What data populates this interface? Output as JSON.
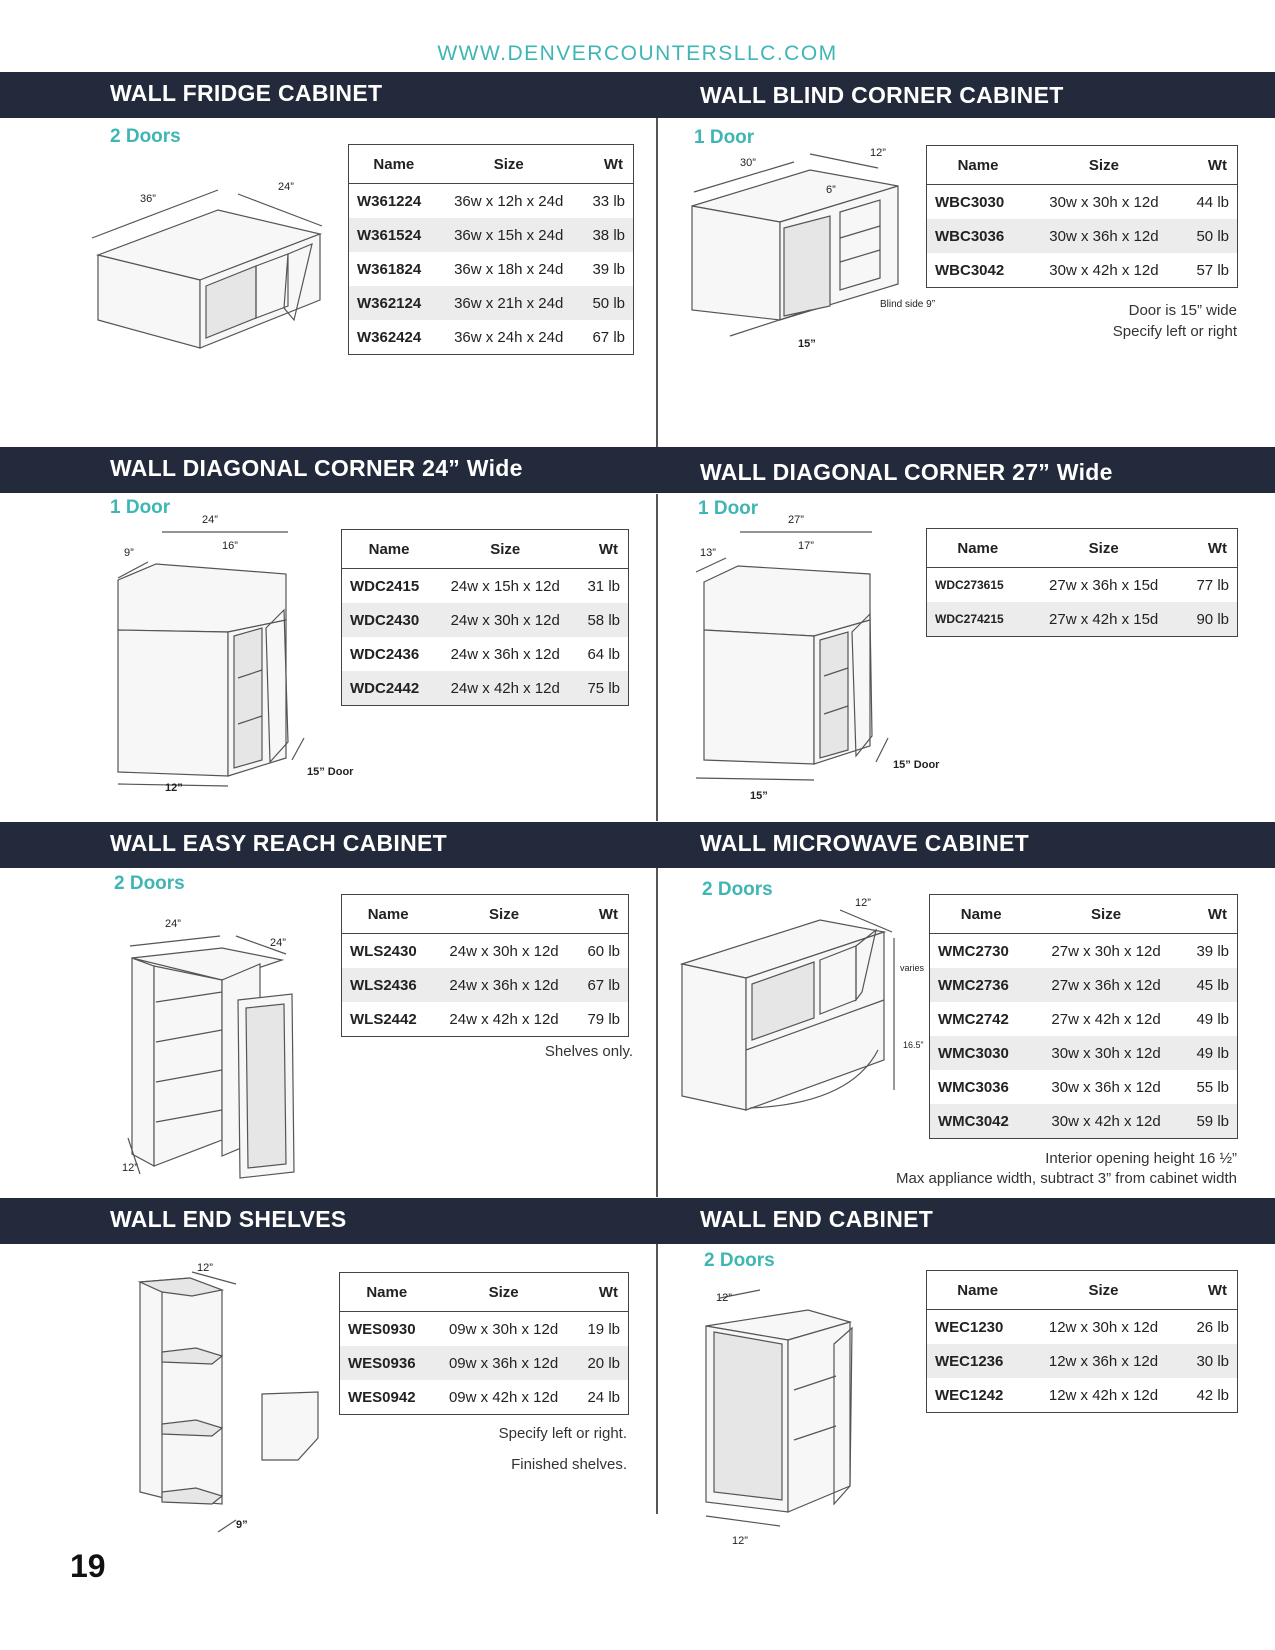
{
  "site_url": "WWW.DENVERCOUNTERSLLC.COM",
  "page_number": "19",
  "table_headers": {
    "name": "Name",
    "size": "Size",
    "wt": "Wt"
  },
  "sections": {
    "fridge": {
      "title": "WALL FRIDGE CABINET",
      "doors": "2 Doors",
      "dims": [
        "36”",
        "24”"
      ],
      "rows": [
        {
          "name": "W361224",
          "size": "36w x 12h x 24d",
          "wt": "33 lb"
        },
        {
          "name": "W361524",
          "size": "36w x 15h x 24d",
          "wt": "38 lb"
        },
        {
          "name": "W361824",
          "size": "36w x 18h x 24d",
          "wt": "39 lb"
        },
        {
          "name": "W362124",
          "size": "36w x 21h x 24d",
          "wt": "50 lb"
        },
        {
          "name": "W362424",
          "size": "36w x 24h x 24d",
          "wt": "67 lb"
        }
      ]
    },
    "blind": {
      "title": "WALL BLIND CORNER CABINET",
      "doors": "1 Door",
      "dims": [
        "30”",
        "12”",
        "6”",
        "Blind side 9”",
        "15”"
      ],
      "rows": [
        {
          "name": "WBC3030",
          "size": "30w x 30h x 12d",
          "wt": "44 lb"
        },
        {
          "name": "WBC3036",
          "size": "30w x 36h x 12d",
          "wt": "50 lb"
        },
        {
          "name": "WBC3042",
          "size": "30w x 42h x 12d",
          "wt": "57 lb"
        }
      ],
      "notes": [
        "Door is 15” wide",
        "Specify left or right"
      ]
    },
    "diag24": {
      "title": "WALL DIAGONAL CORNER 24” Wide",
      "doors": "1 Door",
      "dims": [
        "24”",
        "9”",
        "16”",
        "12”",
        "15” Door"
      ],
      "rows": [
        {
          "name": "WDC2415",
          "size": "24w x 15h x 12d",
          "wt": "31 lb"
        },
        {
          "name": "WDC2430",
          "size": "24w x 30h x 12d",
          "wt": "58 lb"
        },
        {
          "name": "WDC2436",
          "size": "24w x 36h x 12d",
          "wt": "64 lb"
        },
        {
          "name": "WDC2442",
          "size": "24w x 42h x 12d",
          "wt": "75 lb"
        }
      ]
    },
    "diag27": {
      "title": "WALL DIAGONAL CORNER 27” Wide",
      "doors": "1 Door",
      "dims": [
        "27”",
        "13”",
        "17”",
        "15”",
        "15” Door"
      ],
      "rows": [
        {
          "name": "WDC273615",
          "size": "27w x 36h x 15d",
          "wt": "77 lb"
        },
        {
          "name": "WDC274215",
          "size": "27w x 42h x 15d",
          "wt": "90 lb"
        }
      ]
    },
    "easy": {
      "title": "WALL EASY REACH CABINET",
      "doors": "2 Doors",
      "dims": [
        "24”",
        "24”",
        "12”"
      ],
      "rows": [
        {
          "name": "WLS2430",
          "size": "24w x 30h x 12d",
          "wt": "60 lb"
        },
        {
          "name": "WLS2436",
          "size": "24w x 36h x 12d",
          "wt": "67 lb"
        },
        {
          "name": "WLS2442",
          "size": "24w x 42h x 12d",
          "wt": "79 lb"
        }
      ],
      "notes": [
        "Shelves only."
      ]
    },
    "micro": {
      "title": "WALL MICROWAVE CABINET",
      "doors": "2 Doors",
      "dims": [
        "12”",
        "varies",
        "16.5”"
      ],
      "rows": [
        {
          "name": "WMC2730",
          "size": "27w x 30h x 12d",
          "wt": "39 lb"
        },
        {
          "name": "WMC2736",
          "size": "27w x 36h x 12d",
          "wt": "45 lb"
        },
        {
          "name": "WMC2742",
          "size": "27w x 42h x 12d",
          "wt": "49 lb"
        },
        {
          "name": "WMC3030",
          "size": "30w x 30h x 12d",
          "wt": "49 lb"
        },
        {
          "name": "WMC3036",
          "size": "30w x 36h x 12d",
          "wt": "55 lb"
        },
        {
          "name": "WMC3042",
          "size": "30w x 42h x 12d",
          "wt": "59 lb"
        }
      ],
      "notes": [
        "Interior opening height 16 ½”",
        "Max appliance width, subtract 3” from cabinet width"
      ]
    },
    "endshelves": {
      "title": "WALL END SHELVES",
      "dims": [
        "12”",
        "9”"
      ],
      "rows": [
        {
          "name": "WES0930",
          "size": "09w x 30h x 12d",
          "wt": "19 lb"
        },
        {
          "name": "WES0936",
          "size": "09w x 36h x 12d",
          "wt": "20 lb"
        },
        {
          "name": "WES0942",
          "size": "09w x 42h x 12d",
          "wt": "24 lb"
        }
      ],
      "notes": [
        "Specify left or right.",
        "Finished shelves."
      ]
    },
    "endcab": {
      "title": "WALL END CABINET",
      "doors": "2 Doors",
      "dims": [
        "12”",
        "12”"
      ],
      "rows": [
        {
          "name": "WEC1230",
          "size": "12w x 30h x 12d",
          "wt": "26 lb"
        },
        {
          "name": "WEC1236",
          "size": "12w x 36h x 12d",
          "wt": "30 lb"
        },
        {
          "name": "WEC1242",
          "size": "12w x 42h x 12d",
          "wt": "42 lb"
        }
      ]
    }
  }
}
